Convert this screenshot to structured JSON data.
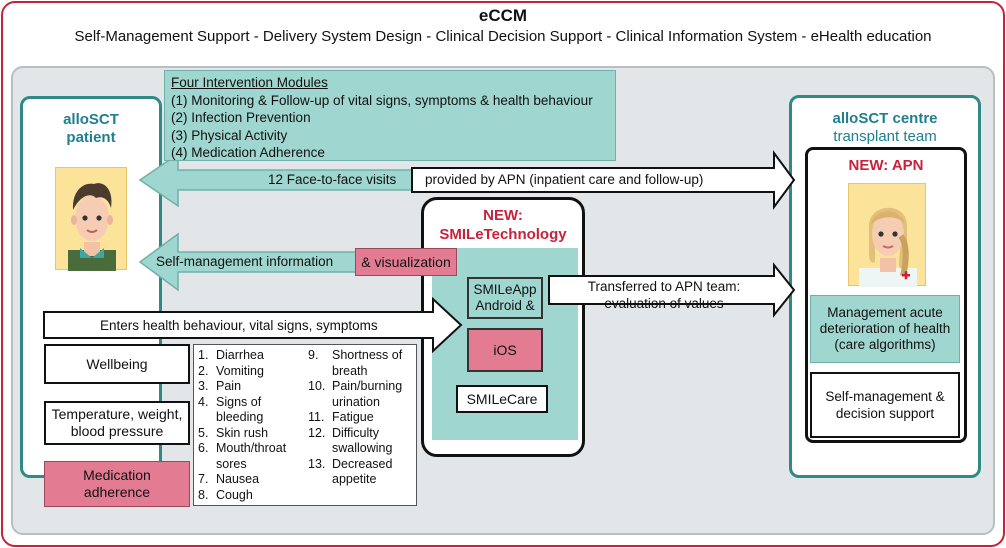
{
  "header": {
    "title": "eCCM",
    "subtitle": "Self-Management Support - Delivery System Design - Clinical Decision Support - Clinical Information System - eHealth education"
  },
  "patient_panel": {
    "title_line1": "alloSCT",
    "title_line2": "patient"
  },
  "centre_panel": {
    "title": "alloSCT centre",
    "subtitle": "transplant team",
    "apn_title": "NEW: APN"
  },
  "modules": {
    "heading": "Four Intervention Modules",
    "items": [
      "(1) Monitoring & Follow-up of vital signs, symptoms & health behaviour",
      "(2) Infection Prevention",
      "(3) Physical Activity",
      "(4) Medication Adherence"
    ]
  },
  "arrows": {
    "face_to_face": "12 Face-to-face visits",
    "provided_by": "provided by APN (inpatient care and follow-up)",
    "self_management_info": "Self-management information",
    "visualization": "& visualization",
    "enters": "Enters health behaviour, vital signs, symptoms",
    "transferred_line1": "Transferred to APN team:",
    "transferred_line2": "evaluation of values"
  },
  "technology": {
    "title_line1": "NEW:",
    "title_line2": "SMILeTechnology",
    "app_line1": "SMILeApp",
    "app_line2": "Android &",
    "ios": "iOS",
    "care": "SMILeCare"
  },
  "patient_inputs": {
    "wellbeing": "Wellbeing",
    "vitals_line1": "Temperature, weight,",
    "vitals_line2": "blood pressure",
    "medication_line1": "Medication",
    "medication_line2": "adherence"
  },
  "symptoms": {
    "col1": [
      {
        "num": "1.",
        "text": "Diarrhea"
      },
      {
        "num": "2.",
        "text": "Vomiting"
      },
      {
        "num": "3.",
        "text": "Pain"
      },
      {
        "num": "4.",
        "text": "Signs of bleeding"
      },
      {
        "num": "5.",
        "text": "Skin rush"
      },
      {
        "num": "6.",
        "text": "Mouth/throat sores"
      },
      {
        "num": "7.",
        "text": "Nausea"
      },
      {
        "num": "8.",
        "text": "Cough"
      }
    ],
    "col2": [
      {
        "num": "9.",
        "text": "Shortness of breath"
      },
      {
        "num": "10.",
        "text": "Pain/burning urination"
      },
      {
        "num": "11.",
        "text": "Fatigue"
      },
      {
        "num": "12.",
        "text": "Difficulty swallowing"
      },
      {
        "num": "13.",
        "text": "Decreased appetite"
      }
    ]
  },
  "apn_boxes": {
    "acute_line1": "Management acute",
    "acute_line2": "deterioration of health",
    "acute_line3": "(care algorithms)",
    "support_line1": "Self-management &",
    "support_line2": "decision support"
  },
  "colors": {
    "frame_red": "#c8223a",
    "teal_border": "#2f8a86",
    "mint_fill": "#9fd6cf",
    "pink_fill": "#e37c93",
    "panel_gray": "#e3e6e8",
    "portrait_yellow": "#fbe39a"
  }
}
